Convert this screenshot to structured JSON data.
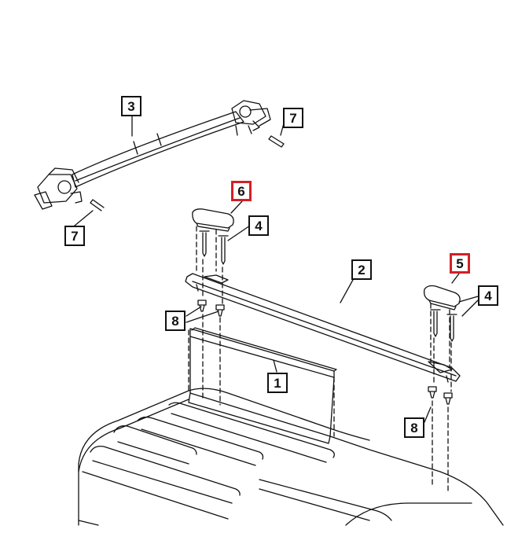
{
  "diagram": {
    "callouts": [
      {
        "id": "c3",
        "label": "3",
        "highlight": false
      },
      {
        "id": "c7a",
        "label": "7",
        "highlight": false
      },
      {
        "id": "c7b",
        "label": "7",
        "highlight": false
      },
      {
        "id": "c6",
        "label": "6",
        "highlight": true
      },
      {
        "id": "c4a",
        "label": "4",
        "highlight": false
      },
      {
        "id": "c2",
        "label": "2",
        "highlight": false
      },
      {
        "id": "c5",
        "label": "5",
        "highlight": true
      },
      {
        "id": "c4b",
        "label": "4",
        "highlight": false
      },
      {
        "id": "c8a",
        "label": "8",
        "highlight": false
      },
      {
        "id": "c1",
        "label": "1",
        "highlight": false
      },
      {
        "id": "c8b",
        "label": "8",
        "highlight": false
      }
    ],
    "colors": {
      "line": "#111111",
      "highlight": "#d31f26",
      "background": "#ffffff"
    }
  }
}
